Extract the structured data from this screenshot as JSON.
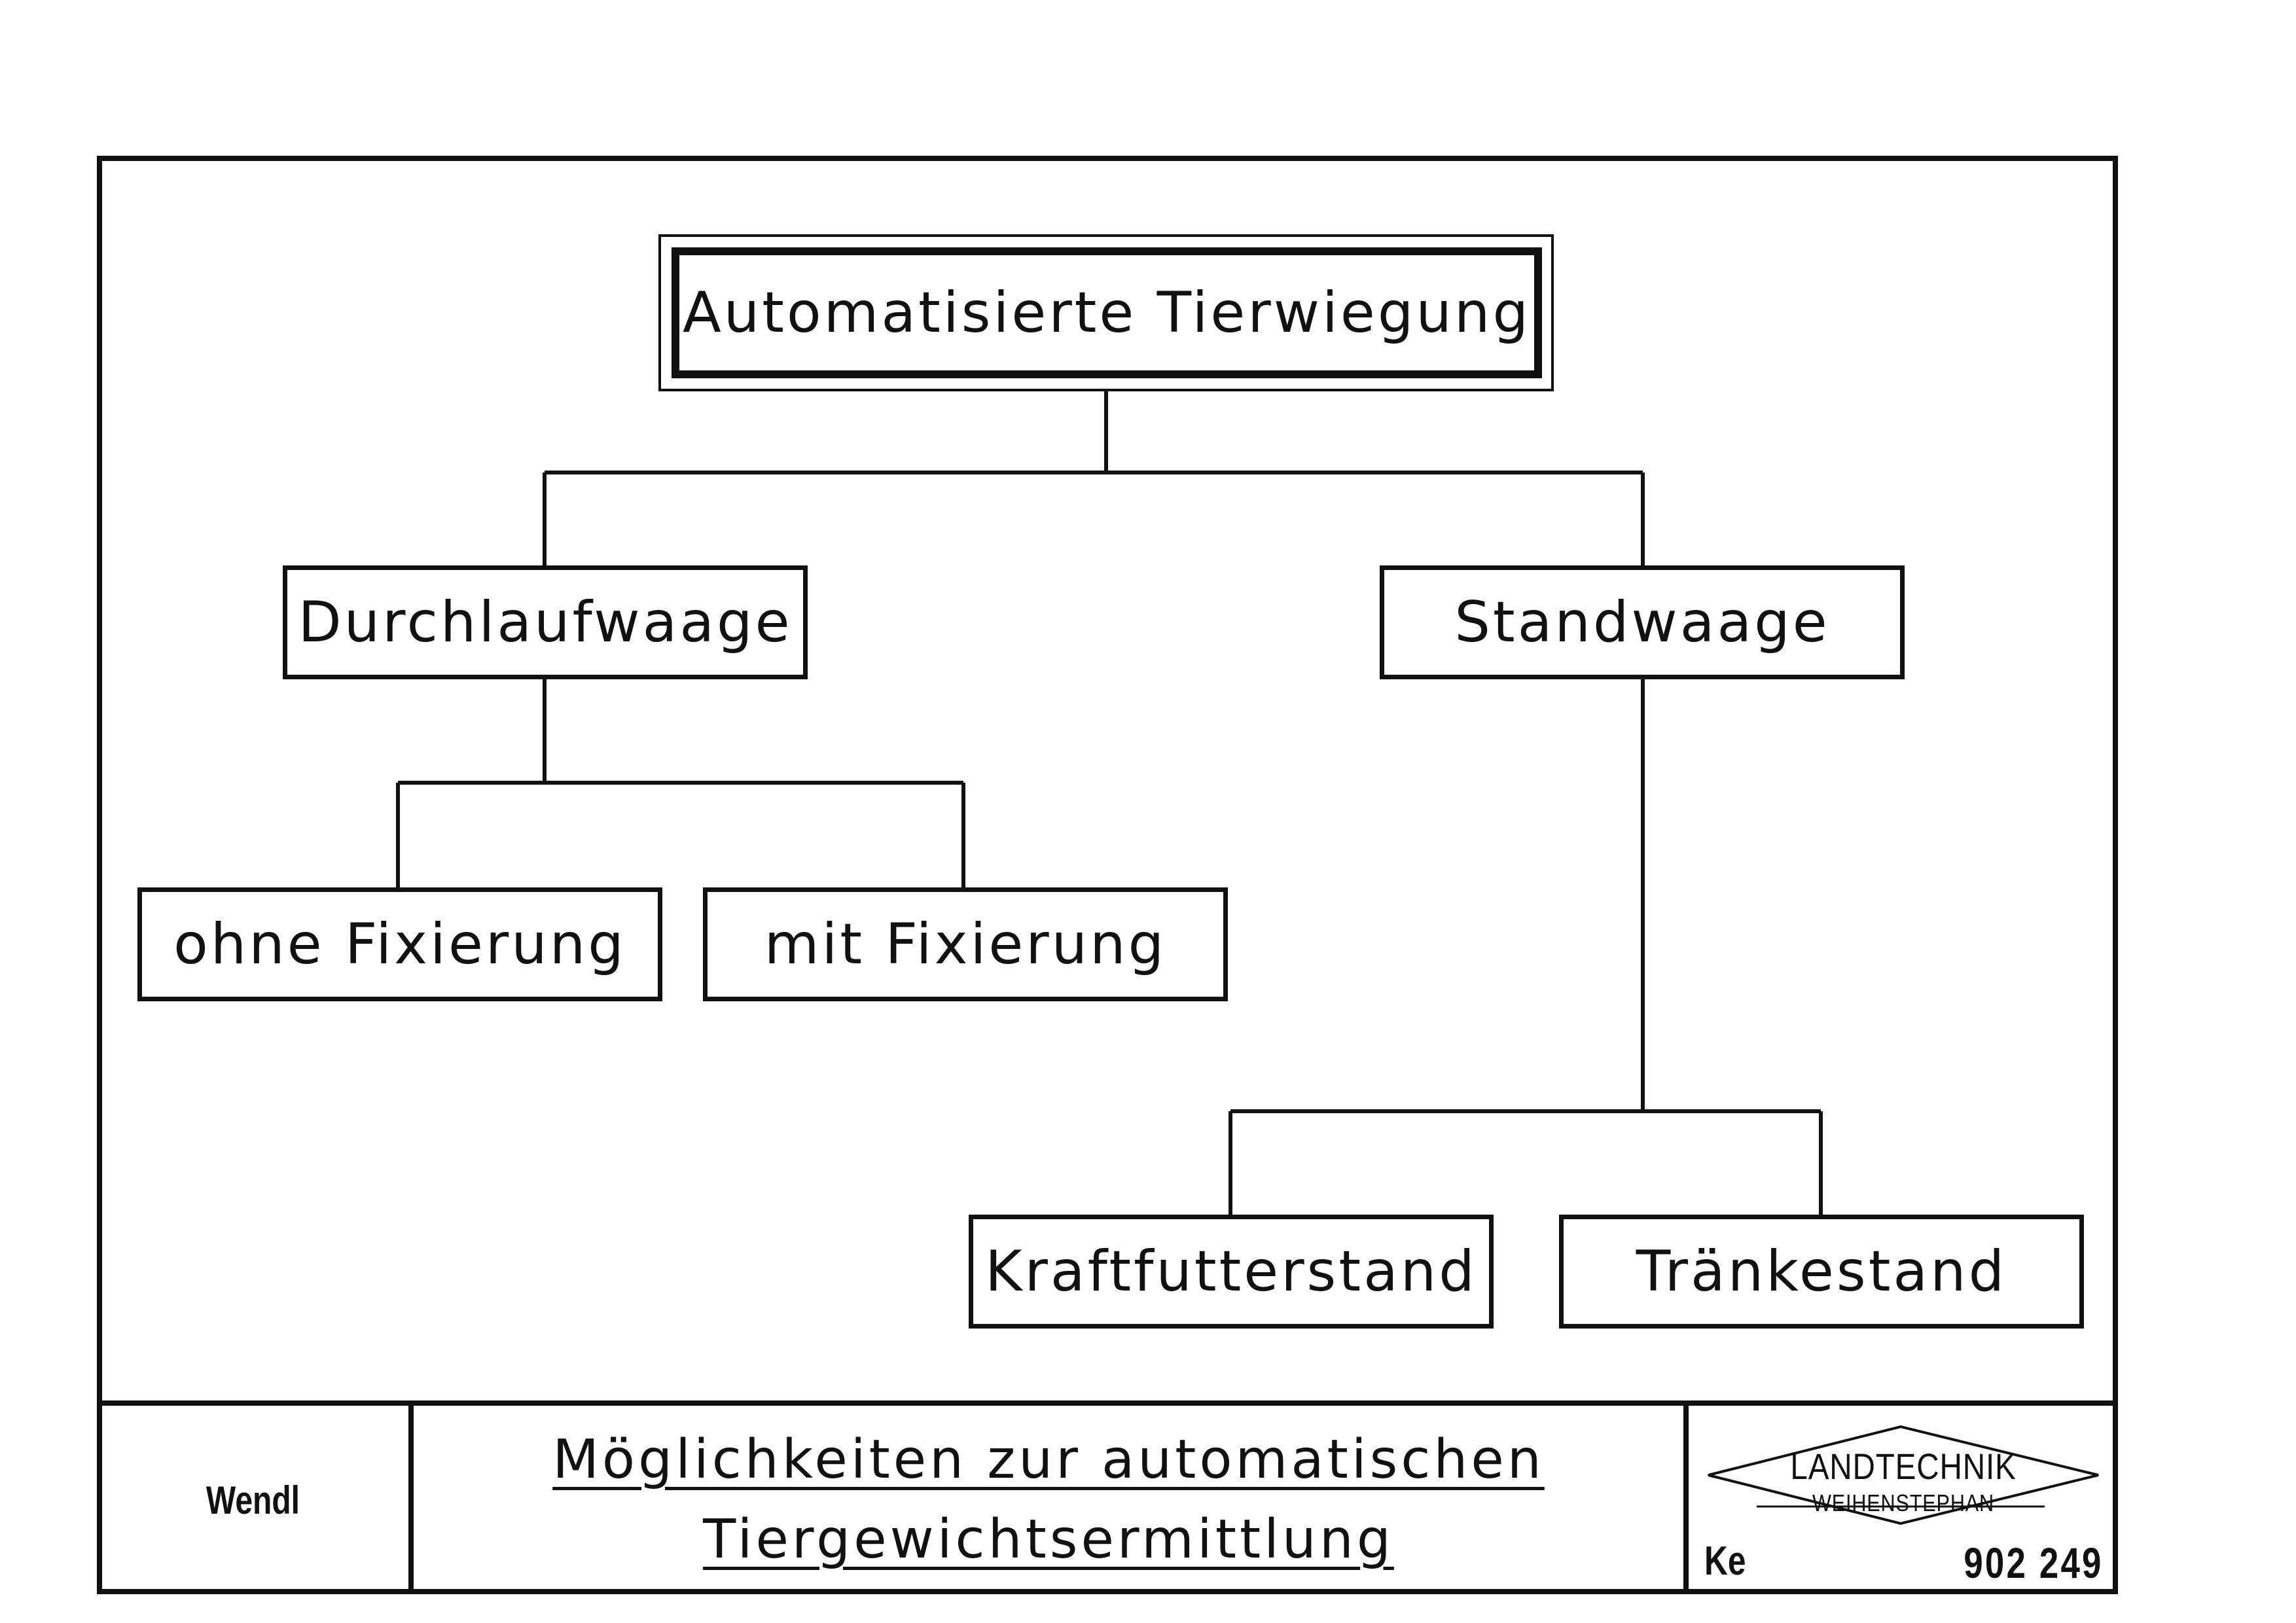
{
  "diagram": {
    "root": "Automatisierte Tierwiegung",
    "level1": {
      "left": "Durchlaufwaage",
      "right": "Standwaage"
    },
    "level2": {
      "durchlauf_left": "ohne Fixierung",
      "durchlauf_right": "mit Fixierung",
      "stand_left": "Kraftfutterstand",
      "stand_right": "Tränkestand"
    }
  },
  "title_block": {
    "author": "Wendl",
    "title_line1": "Möglichkeiten zur automatischen",
    "title_line2": "Tiergewichtsermittlung",
    "logo_line1": "LANDTECHNIK",
    "logo_line2": "WEIHENSTEPHAN",
    "code_prefix": "Ke",
    "code_number": "902 249"
  }
}
